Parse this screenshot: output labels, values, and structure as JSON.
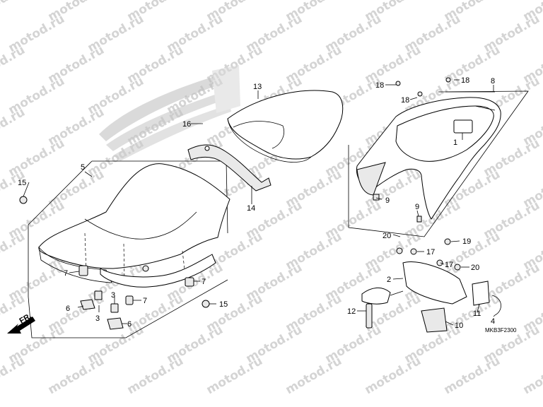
{
  "watermark": "motod.ru",
  "drawing_code": "MKB3F2300",
  "front_label": "FR.",
  "callouts": {
    "c1": "1",
    "c2": "2",
    "c3a": "3",
    "c3b": "3",
    "c4": "4",
    "c5": "5",
    "c6a": "6",
    "c6b": "6",
    "c7a": "7",
    "c7b": "7",
    "c7c": "7",
    "c8": "8",
    "c9a": "9",
    "c9b": "9",
    "c10": "10",
    "c11": "11",
    "c12": "12",
    "c13": "13",
    "c14": "14",
    "c15a": "15",
    "c15b": "15",
    "c16": "16",
    "c17a": "17",
    "c17b": "17",
    "c18a": "18",
    "c18b": "18",
    "c18c": "18",
    "c19": "19",
    "c20a": "20",
    "c20b": "20"
  }
}
